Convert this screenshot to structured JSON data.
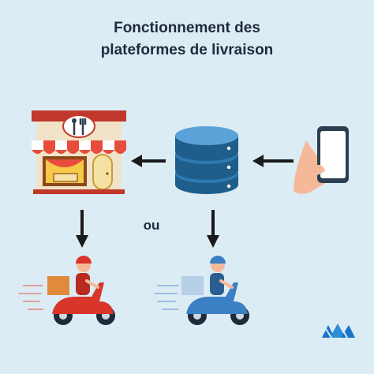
{
  "title": {
    "line1": "Fonctionnement des",
    "line2": "plateformes de livraison"
  },
  "connector_label": "ou",
  "icons": {
    "restaurant": "restaurant-storefront-icon",
    "database": "database-server-icon",
    "phone": "smartphone-in-hand-icon",
    "courier_red": "delivery-scooter-red-icon",
    "courier_blue": "delivery-scooter-blue-icon",
    "logo": "brand-logo-icon"
  },
  "colors": {
    "background": "#dcecf5",
    "arrow": "#1a1a1a",
    "restaurant_red": "#d94b3f",
    "database_blue": "#2f6f9f",
    "courier_red": "#d9352b",
    "courier_blue": "#3b7fc4"
  }
}
